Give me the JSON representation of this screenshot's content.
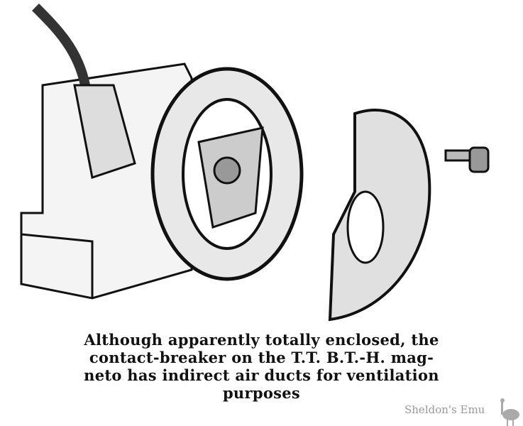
{
  "caption": {
    "lines": [
      "Although apparently totally enclosed, the",
      "contact-breaker on the T.T. B.T.-H. mag-",
      "neto has indirect air ducts for ventilation",
      "purposes"
    ]
  },
  "watermark": {
    "text": "Sheldon's Emu",
    "icon": "emu-icon"
  },
  "illustration": {
    "subject": "magneto contact-breaker with detached cover plate and bolt"
  }
}
